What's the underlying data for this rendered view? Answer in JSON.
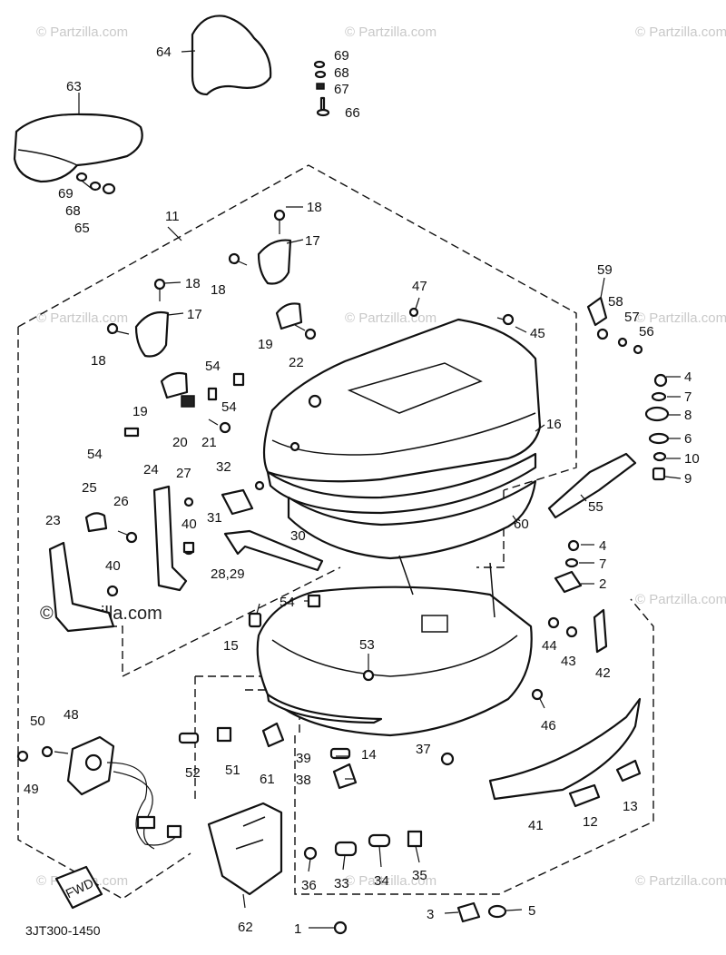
{
  "watermark": {
    "site": "© Partzilla.com",
    "site_short": "Partzilla.com"
  },
  "diagram": {
    "code": "3JT300-1450",
    "fwd_label": "FWD",
    "callouts": [
      {
        "id": "c64",
        "text": "64"
      },
      {
        "id": "c69a",
        "text": "69"
      },
      {
        "id": "c68a",
        "text": "68"
      },
      {
        "id": "c67",
        "text": "67"
      },
      {
        "id": "c66",
        "text": "66"
      },
      {
        "id": "c63",
        "text": "63"
      },
      {
        "id": "c69b",
        "text": "69"
      },
      {
        "id": "c68b",
        "text": "68"
      },
      {
        "id": "c65",
        "text": "65"
      },
      {
        "id": "c11",
        "text": "11"
      },
      {
        "id": "c18a",
        "text": "18"
      },
      {
        "id": "c17a",
        "text": "17"
      },
      {
        "id": "c18b",
        "text": "18"
      },
      {
        "id": "c18c",
        "text": "18"
      },
      {
        "id": "c47",
        "text": "47"
      },
      {
        "id": "c59",
        "text": "59"
      },
      {
        "id": "c17b",
        "text": "17"
      },
      {
        "id": "c58",
        "text": "58"
      },
      {
        "id": "c57",
        "text": "57"
      },
      {
        "id": "c56",
        "text": "56"
      },
      {
        "id": "c45",
        "text": "45"
      },
      {
        "id": "c19a",
        "text": "19"
      },
      {
        "id": "c22",
        "text": "22"
      },
      {
        "id": "c18d",
        "text": "18"
      },
      {
        "id": "c54a",
        "text": "54"
      },
      {
        "id": "c4a",
        "text": "4"
      },
      {
        "id": "c7a",
        "text": "7"
      },
      {
        "id": "c19b",
        "text": "19"
      },
      {
        "id": "c54b",
        "text": "54"
      },
      {
        "id": "c8",
        "text": "8"
      },
      {
        "id": "c16",
        "text": "16"
      },
      {
        "id": "c6",
        "text": "6"
      },
      {
        "id": "c20",
        "text": "20"
      },
      {
        "id": "c21",
        "text": "21"
      },
      {
        "id": "c54c",
        "text": "54"
      },
      {
        "id": "c10",
        "text": "10"
      },
      {
        "id": "c9",
        "text": "9"
      },
      {
        "id": "c32",
        "text": "32"
      },
      {
        "id": "c24",
        "text": "24"
      },
      {
        "id": "c27",
        "text": "27"
      },
      {
        "id": "c55",
        "text": "55"
      },
      {
        "id": "c25",
        "text": "25"
      },
      {
        "id": "c26",
        "text": "26"
      },
      {
        "id": "c31",
        "text": "31"
      },
      {
        "id": "c60",
        "text": "60"
      },
      {
        "id": "c23",
        "text": "23"
      },
      {
        "id": "c40a",
        "text": "40"
      },
      {
        "id": "c30",
        "text": "30"
      },
      {
        "id": "c4b",
        "text": "4"
      },
      {
        "id": "c7b",
        "text": "7"
      },
      {
        "id": "c40b",
        "text": "40"
      },
      {
        "id": "c2829",
        "text": "28,29"
      },
      {
        "id": "c2",
        "text": "2"
      },
      {
        "id": "c54d",
        "text": "54"
      },
      {
        "id": "c44",
        "text": "44"
      },
      {
        "id": "c15",
        "text": "15"
      },
      {
        "id": "c43",
        "text": "43"
      },
      {
        "id": "c53",
        "text": "53"
      },
      {
        "id": "c42",
        "text": "42"
      },
      {
        "id": "c46",
        "text": "46"
      },
      {
        "id": "c50",
        "text": "50"
      },
      {
        "id": "c48",
        "text": "48"
      },
      {
        "id": "c37",
        "text": "37"
      },
      {
        "id": "c14",
        "text": "14"
      },
      {
        "id": "c39",
        "text": "39"
      },
      {
        "id": "c38",
        "text": "38"
      },
      {
        "id": "c52",
        "text": "52"
      },
      {
        "id": "c51",
        "text": "51"
      },
      {
        "id": "c61",
        "text": "61"
      },
      {
        "id": "c49",
        "text": "49"
      },
      {
        "id": "c41",
        "text": "41"
      },
      {
        "id": "c13",
        "text": "13"
      },
      {
        "id": "c12",
        "text": "12"
      },
      {
        "id": "c36",
        "text": "36"
      },
      {
        "id": "c33",
        "text": "33"
      },
      {
        "id": "c34",
        "text": "34"
      },
      {
        "id": "c35",
        "text": "35"
      },
      {
        "id": "c62",
        "text": "62"
      },
      {
        "id": "c3",
        "text": "3"
      },
      {
        "id": "c5",
        "text": "5"
      },
      {
        "id": "c1",
        "text": "1"
      }
    ]
  }
}
